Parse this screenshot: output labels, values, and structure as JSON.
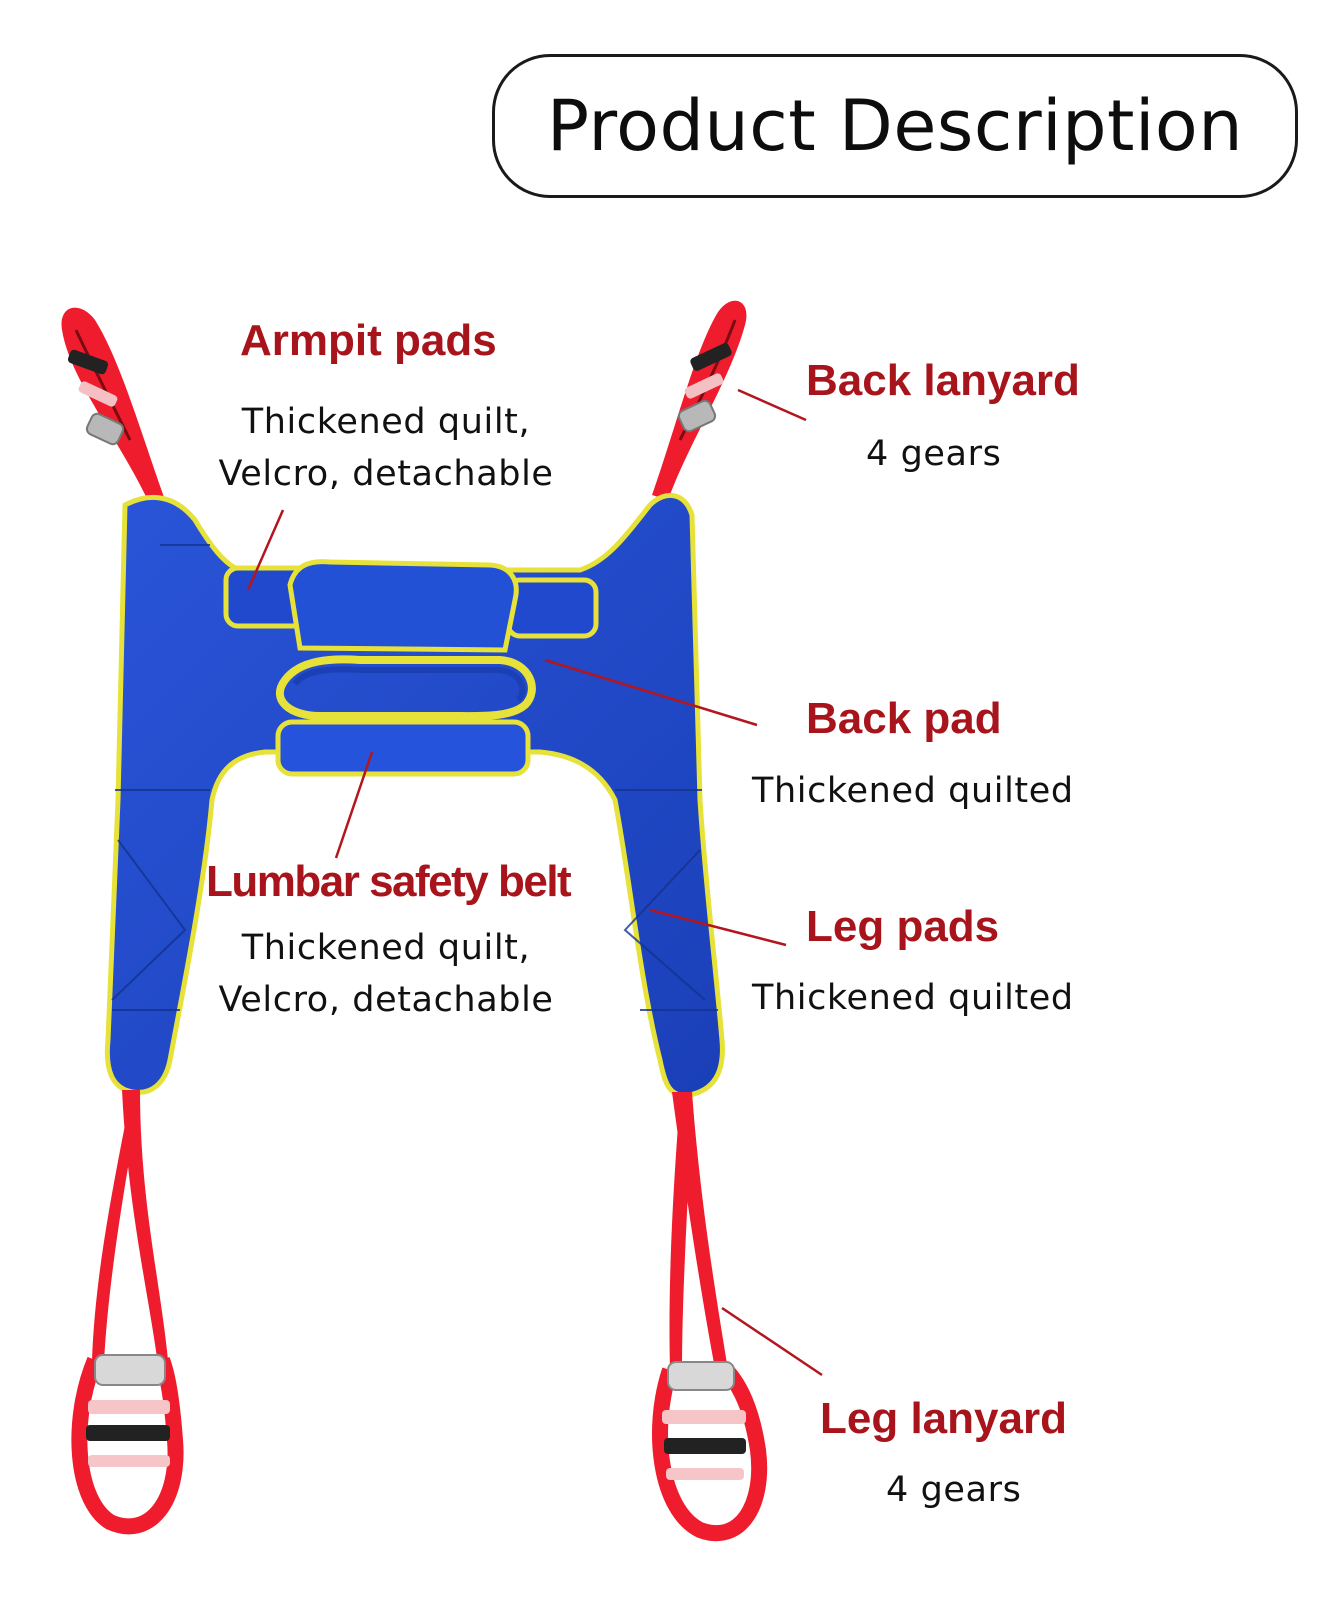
{
  "header": {
    "title": "Product Description"
  },
  "callouts": {
    "armpit": {
      "label": "Armpit pads",
      "desc": [
        "Thickened quilt,",
        "Velcro, detachable"
      ]
    },
    "back_lanyard": {
      "label": "Back lanyard",
      "desc": [
        "4 gears"
      ]
    },
    "back_pad": {
      "label": "Back pad",
      "desc": [
        "Thickened quilted"
      ]
    },
    "lumbar": {
      "label": "Lumbar safety belt",
      "desc": [
        "Thickened quilt,",
        "Velcro, detachable"
      ]
    },
    "leg_pads": {
      "label": "Leg pads",
      "desc": [
        "Thickened quilted"
      ]
    },
    "leg_lanyard": {
      "label": "Leg lanyard",
      "desc": [
        "4 gears"
      ]
    }
  },
  "colors": {
    "sling_blue": "#1f47c9",
    "sling_edge": "#e6e23a",
    "strap_red": "#ee1c2c",
    "label_red": "#a8141b",
    "leader_line": "#b3161e"
  },
  "illustration": {
    "type": "patient-lift-sling",
    "icon": "sling-icon"
  }
}
